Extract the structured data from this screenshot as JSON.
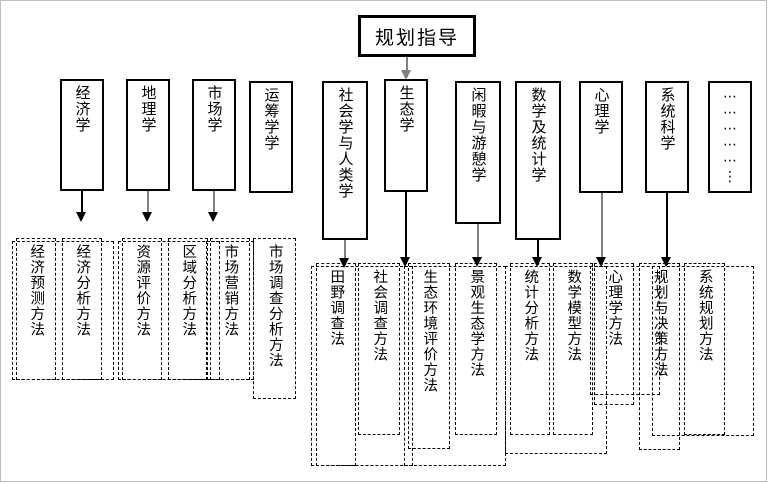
{
  "diagram": {
    "title_box": {
      "label": "规划指导"
    },
    "disciplines": [
      {
        "id": "economics",
        "label": "经济学",
        "has_arrow": true,
        "arrow_color": "#000000"
      },
      {
        "id": "geography",
        "label": "地理学",
        "has_arrow": true,
        "arrow_color": "#808080"
      },
      {
        "id": "marketing",
        "label": "市场学",
        "has_arrow": true,
        "arrow_color": "#808080"
      },
      {
        "id": "operations",
        "label": "运筹学学",
        "has_arrow": false,
        "arrow_color": "#000000"
      },
      {
        "id": "sociology",
        "label": "社会学与人类学",
        "has_arrow": true,
        "arrow_color": "#808080"
      },
      {
        "id": "ecology",
        "label": "生态学",
        "has_arrow": true,
        "arrow_color": "#000000"
      },
      {
        "id": "leisure",
        "label": "闲暇与游憩学",
        "has_arrow": true,
        "arrow_color": "#808080"
      },
      {
        "id": "mathstat",
        "label": "数学及统计学",
        "has_arrow": true,
        "arrow_color": "#000000"
      },
      {
        "id": "psychology",
        "label": "心理学",
        "has_arrow": true,
        "arrow_color": "#808080"
      },
      {
        "id": "systems",
        "label": "系统科学",
        "has_arrow": true,
        "arrow_color": "#000000"
      },
      {
        "id": "more",
        "label": "⋯⋯⋯⋯⋯⋮",
        "has_arrow": false,
        "arrow_color": "#000000"
      }
    ],
    "methods": [
      {
        "id": "econ-forecast",
        "label": "经济预测方法"
      },
      {
        "id": "econ-analysis",
        "label": "经济分析方法"
      },
      {
        "id": "resource-eval",
        "label": "资源评价方法"
      },
      {
        "id": "regional",
        "label": "区域分析方法"
      },
      {
        "id": "market-mkt",
        "label": "市场营销方法"
      },
      {
        "id": "market-survey",
        "label": "市场调查分析方法"
      },
      {
        "id": "field-survey",
        "label": "田野调查法"
      },
      {
        "id": "social-survey",
        "label": "社会调查方法"
      },
      {
        "id": "eco-env-eval",
        "label": "生态环境评价方法"
      },
      {
        "id": "landscape-eco",
        "label": "景观生态学方法"
      },
      {
        "id": "stat-analysis",
        "label": "统计分析方法"
      },
      {
        "id": "math-model",
        "label": "数学模型方法"
      },
      {
        "id": "psych-method",
        "label": "心理学方法"
      },
      {
        "id": "plan-decision",
        "label": "规划与决策方法"
      },
      {
        "id": "system-plan",
        "label": "系统规划方法"
      }
    ],
    "colors": {
      "stroke": "#000000",
      "accent_gray": "#808080",
      "background": "#ffffff",
      "frame": "#bdbdbd"
    }
  }
}
